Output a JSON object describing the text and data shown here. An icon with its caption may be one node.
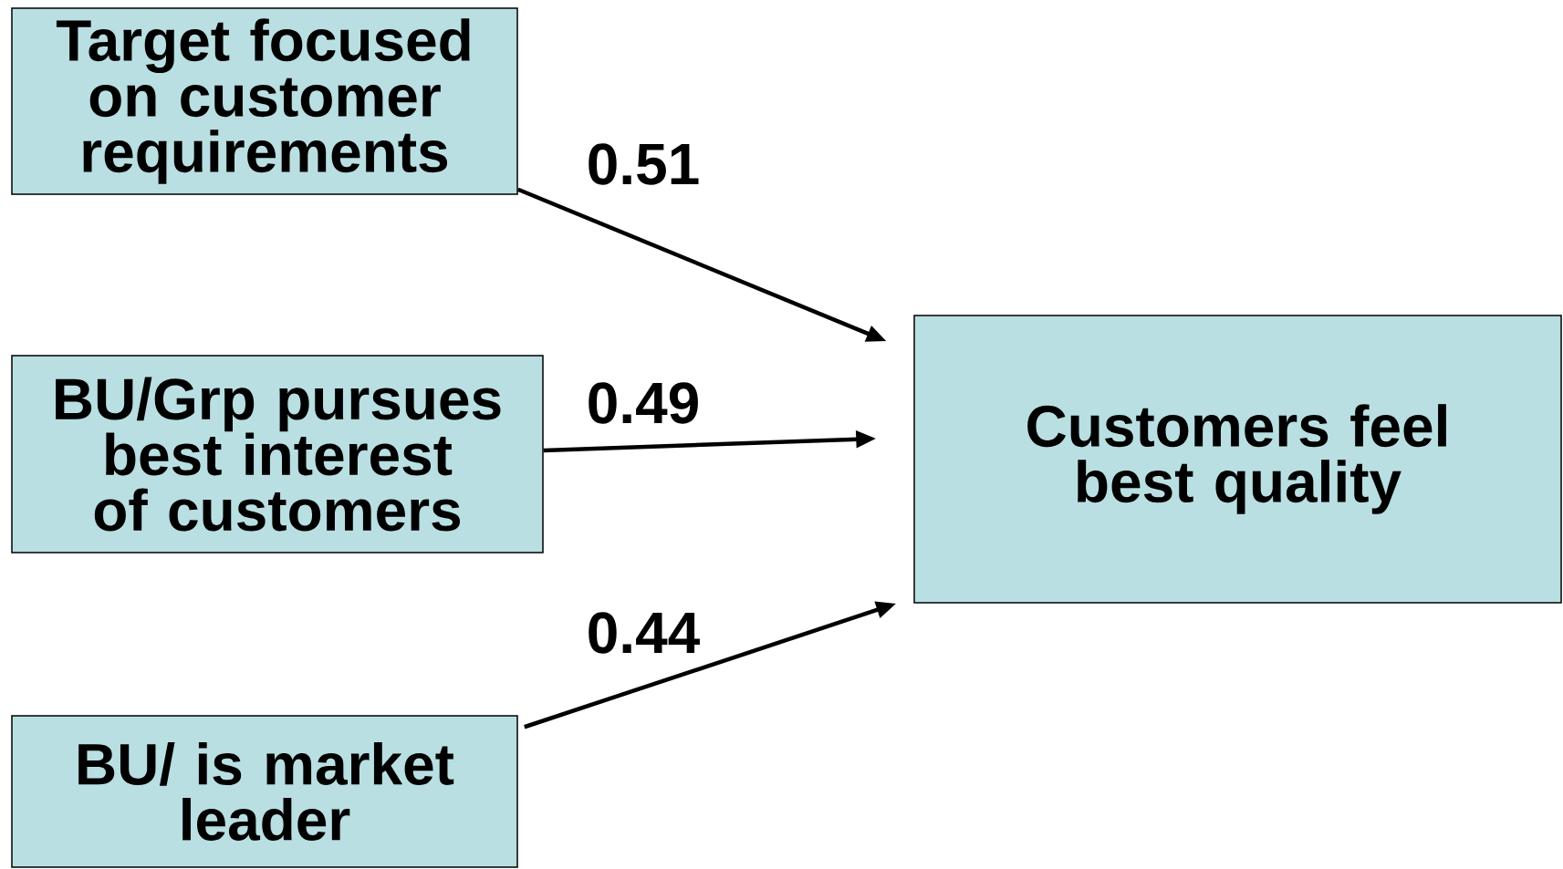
{
  "diagram": {
    "nodes": [
      {
        "text": [
          "Target focused on customer requirements"
        ]
      },
      {
        "text": [
          "BU/Grp pursues best interest of customers"
        ]
      },
      {
        "text": [
          "BU/ is market leader"
        ]
      },
      {
        "text": [
          "Customers feel best quality"
        ]
      }
    ],
    "edges": [
      {
        "from": 0,
        "to": 3,
        "arrow": "to",
        "label": "0.51"
      },
      {
        "from": 1,
        "to": 3,
        "arrow": "to",
        "label": "0.49"
      },
      {
        "from": 2,
        "to": 3,
        "arrow": "to",
        "label": "0.44"
      }
    ]
  }
}
